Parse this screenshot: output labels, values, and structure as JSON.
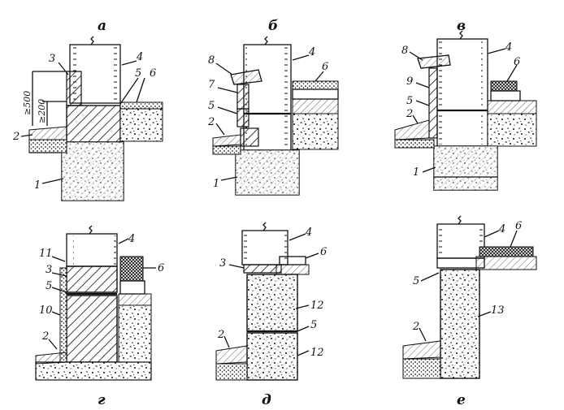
{
  "panels": [
    {
      "caption": "а",
      "labels": [
        "3",
        "4",
        "5",
        "6",
        "2",
        "1"
      ],
      "dims": [
        "≥500",
        "≥200"
      ]
    },
    {
      "caption": "б",
      "labels": [
        "8",
        "4",
        "6",
        "7",
        "5",
        "2",
        "1"
      ]
    },
    {
      "caption": "в",
      "labels": [
        "8",
        "4",
        "6",
        "9",
        "5",
        "2",
        "1"
      ]
    },
    {
      "caption": "г",
      "labels": [
        "4",
        "11",
        "3",
        "6",
        "5",
        "10",
        "2"
      ]
    },
    {
      "caption": "д",
      "labels": [
        "4",
        "6",
        "3",
        "12",
        "5",
        "2",
        "12"
      ]
    },
    {
      "caption": "е",
      "labels": [
        "4",
        "6",
        "5",
        "13",
        "2"
      ]
    }
  ]
}
